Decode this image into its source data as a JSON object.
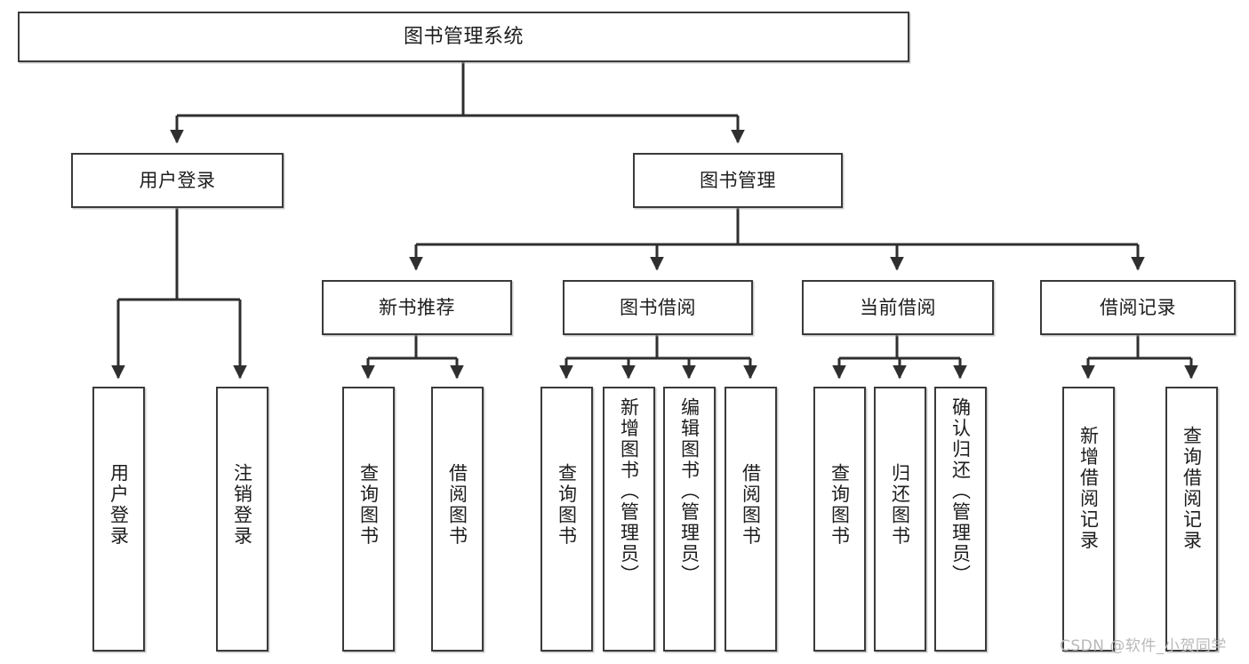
{
  "diagram": {
    "title": "图书管理系统",
    "type": "tree-hierarchy",
    "orientation": "top-down",
    "colors": {
      "box_border": "#3a3a3a",
      "box_fill": "#ffffff",
      "connector": "#2f2f2f",
      "text": "#1d1d1d",
      "watermark": "#b9b9b9"
    }
  },
  "root": {
    "label": "图书管理系统"
  },
  "level2": [
    {
      "id": "user-login",
      "label": "用户登录"
    },
    {
      "id": "book-manage",
      "label": "图书管理"
    }
  ],
  "level3": [
    {
      "id": "new-book-recommend",
      "label": "新书推荐",
      "parent": "book-manage"
    },
    {
      "id": "book-borrow",
      "label": "图书借阅",
      "parent": "book-manage"
    },
    {
      "id": "current-borrow",
      "label": "当前借阅",
      "parent": "book-manage"
    },
    {
      "id": "borrow-record",
      "label": "借阅记录",
      "parent": "book-manage"
    }
  ],
  "leaves": {
    "user_login": [
      {
        "id": "leaf-user-login",
        "label": "用户登录"
      },
      {
        "id": "leaf-logout",
        "label": "注销登录"
      }
    ],
    "new_book_recommend": [
      {
        "id": "leaf-query-book-1",
        "label": "查询图书"
      },
      {
        "id": "leaf-borrow-book-1",
        "label": "借阅图书"
      }
    ],
    "book_borrow": [
      {
        "id": "leaf-query-book-2",
        "label": "查询图书"
      },
      {
        "id": "leaf-add-book",
        "label": "新增图书（管理员）"
      },
      {
        "id": "leaf-edit-book",
        "label": "编辑图书（管理员）"
      },
      {
        "id": "leaf-borrow-book-2",
        "label": "借阅图书"
      }
    ],
    "current_borrow": [
      {
        "id": "leaf-query-book-3",
        "label": "查询图书"
      },
      {
        "id": "leaf-return-book",
        "label": "归还图书"
      },
      {
        "id": "leaf-confirm-return",
        "label": "确认归还（管理员）"
      }
    ],
    "borrow_record": [
      {
        "id": "leaf-add-record",
        "label": "新增借阅记录"
      },
      {
        "id": "leaf-query-record",
        "label": "查询借阅记录"
      }
    ]
  },
  "watermark": {
    "text": "CSDN @软件_小贺同学"
  }
}
